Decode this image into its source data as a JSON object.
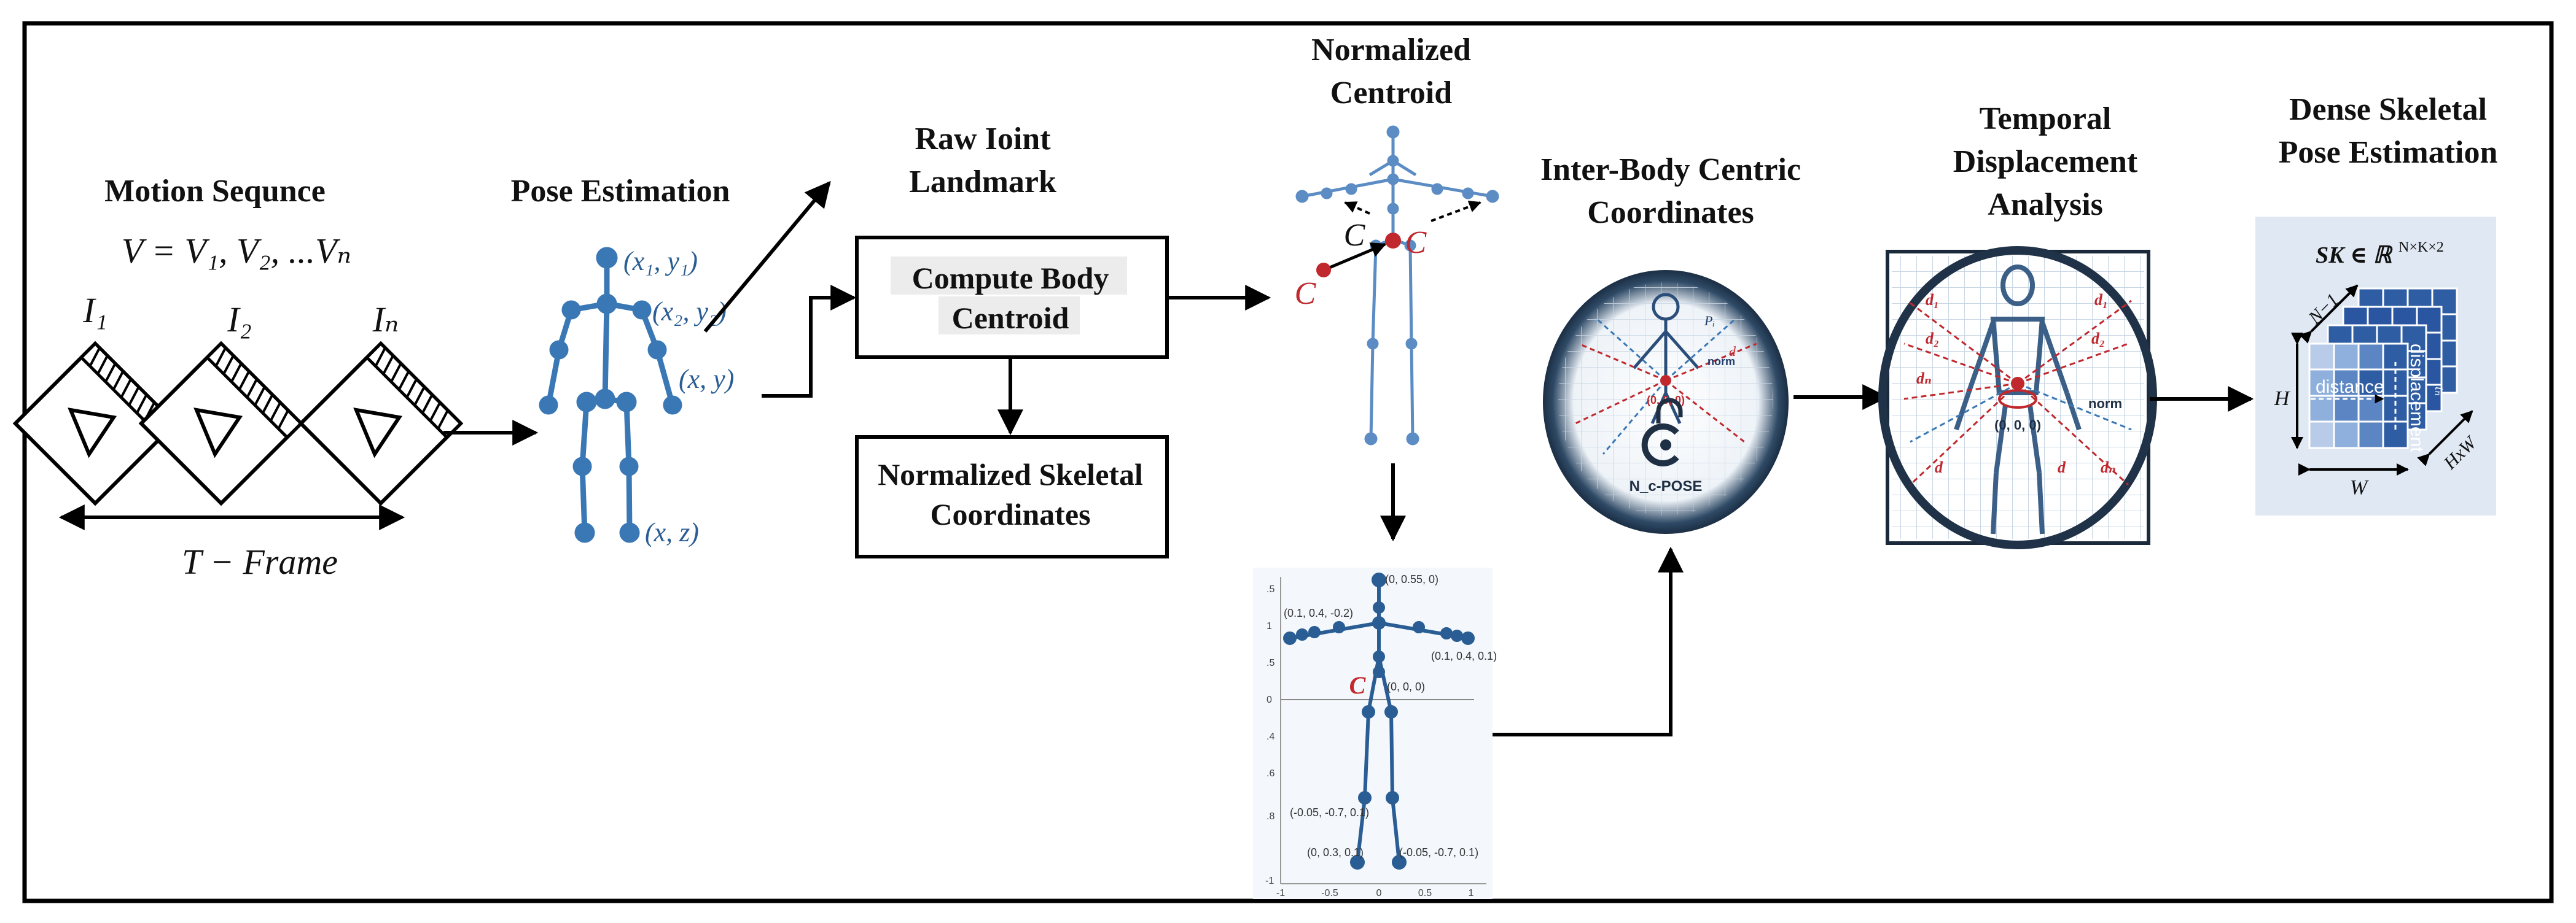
{
  "stages": {
    "motion": {
      "title": "Motion Sequnce",
      "formula": "V = V₁, V₂, ...Vₙ",
      "frame_labels": [
        "I₁",
        "I₂",
        "Iₙ"
      ],
      "axis_label": "T − Frame"
    },
    "pose": {
      "title": "Pose Estimation",
      "coords": [
        "(x₁, y₁)",
        "(x₂, y₂)",
        "(x, y)",
        "(x, z)"
      ]
    },
    "raw": {
      "title_line1": "Raw Ioint",
      "title_line2": "Landmark",
      "compute_line1": "Compute Body",
      "compute_line2": "Centroid",
      "norm_line1": "Normalized Skeletal",
      "norm_line2": "Coordinates"
    },
    "centroid": {
      "title_line1": "Normalized",
      "title_line2": "Centroid",
      "marker": "C"
    },
    "plot": {
      "labels": [
        "(0, 0.55, 0)",
        "(0.1, 0.4, -0.2)",
        "(0.1, 0.4, 0.1)",
        "(0, 0, 0)",
        "(-0.05, -0.7, 0.1)",
        "(0, 0.3, 0.1)",
        "(-0.05, -0.7, 0.1)"
      ],
      "x_ticks": [
        "-1",
        "-0.5",
        "0",
        "0.5",
        "1"
      ],
      "y_ticks": [
        ".5",
        "1",
        ".5",
        "0",
        ".4",
        ".6",
        ".8",
        "-1"
      ]
    },
    "interbody": {
      "title_line1": "Inter-Body Centric",
      "title_line2": "Coordinates",
      "origin": "(0, 0, 0)",
      "norm": "norm",
      "logo": "N_c-POSE",
      "point": "Pᵢ",
      "d": "d"
    },
    "temporal": {
      "title_line1": "Temporal",
      "title_line2": "Displacement",
      "title_line3": "Analysis",
      "origin": "(0, 0, 0)",
      "norm": "norm",
      "d_labels": [
        "d₁",
        "d₂",
        "dₙ",
        "d",
        "d₁",
        "d₂",
        "d",
        "dₙ"
      ]
    },
    "dense": {
      "title_line1": "Dense Skeletal",
      "title_line2": "Pose Estimation",
      "formula": "SK ∈ ℝ",
      "formula_sup": "N×K×2",
      "n1": "N−1",
      "h": "H",
      "w": "W",
      "hxw": "HxW",
      "distance": "distance",
      "displacement": "displacement",
      "tn": "tₙ"
    }
  },
  "colors": {
    "skeleton": "#3a78b5",
    "centroid": "#c0282d",
    "frame_border": "#000000",
    "grid_dark": "#2f5da3",
    "grid_light": "#8fb0dc",
    "panel_bg": "#dfe8f3"
  }
}
